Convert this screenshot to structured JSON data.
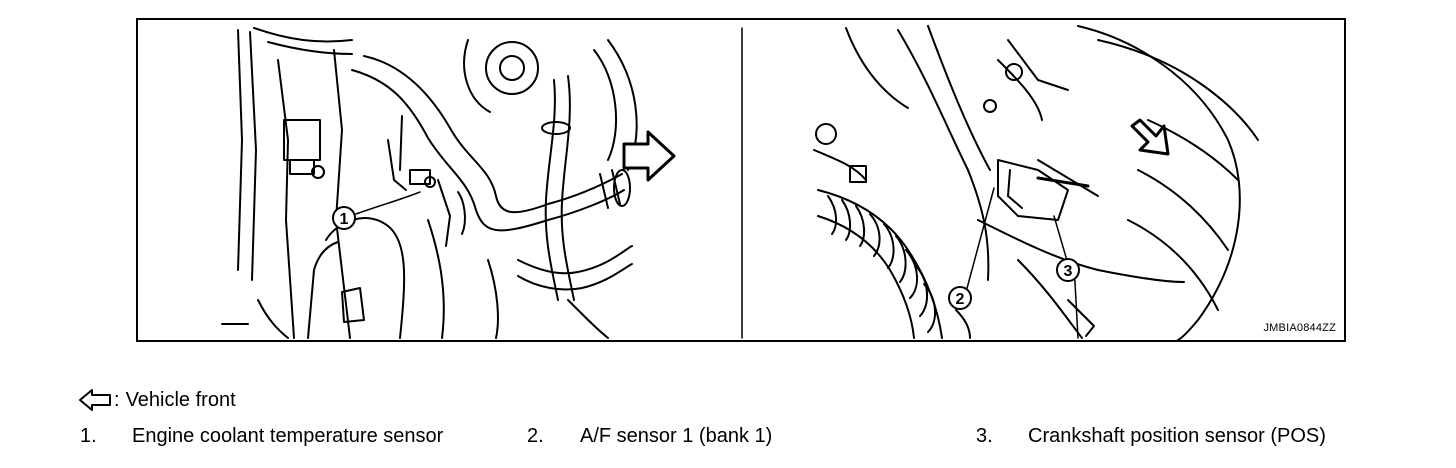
{
  "figure": {
    "code": "JMBIA0844ZZ",
    "callouts": [
      "1",
      "2",
      "3"
    ]
  },
  "legend": {
    "arrow_icon": "hollow-arrow-icon",
    "separator": ":",
    "label": "Vehicle front"
  },
  "items": [
    {
      "num": "1.",
      "label": "Engine coolant temperature sensor"
    },
    {
      "num": "2.",
      "label": "A/F sensor 1 (bank 1)"
    },
    {
      "num": "3.",
      "label": "Crankshaft position sensor (POS)"
    }
  ]
}
